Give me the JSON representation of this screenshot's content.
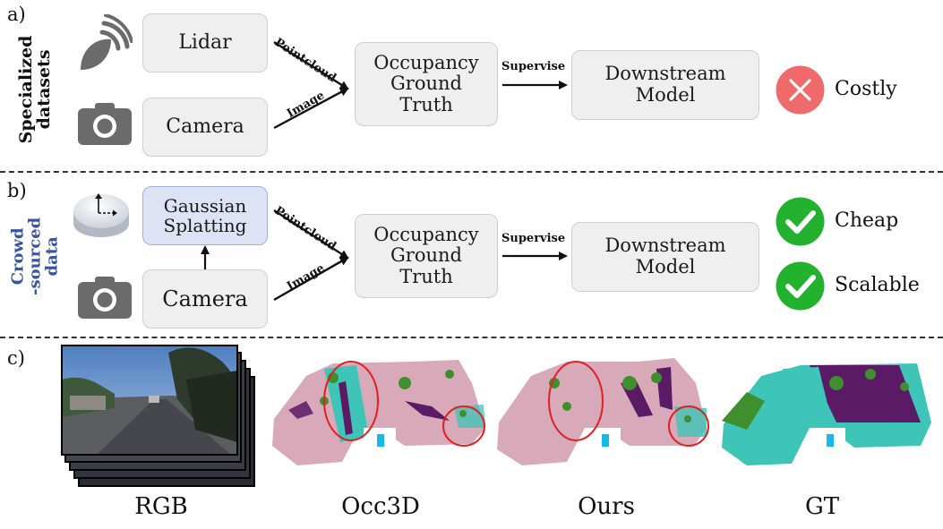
{
  "panel_a": {
    "letter": "a)",
    "side_label_line1": "Specialized",
    "side_label_line2": "datasets",
    "lidar": "Lidar",
    "camera": "Camera",
    "edge_pointcloud": "Pointcloud",
    "edge_image": "Image",
    "occ_line1": "Occupancy",
    "occ_line2": "Ground",
    "occ_line3": "Truth",
    "supervise": "Supervise",
    "down_line1": "Downstream",
    "down_line2": "Model",
    "verdict": "Costly"
  },
  "panel_b": {
    "letter": "b)",
    "side_label_line1": "Crowd",
    "side_label_line2": "-sourced",
    "side_label_line3": "data",
    "gauss_line1": "Gaussian",
    "gauss_line2": "Splatting",
    "camera": "Camera",
    "edge_pointcloud": "Pointcloud",
    "edge_image": "Image",
    "occ_line1": "Occupancy",
    "occ_line2": "Ground",
    "occ_line3": "Truth",
    "supervise": "Supervise",
    "down_line1": "Downstream",
    "down_line2": "Model",
    "verdict1": "Cheap",
    "verdict2": "Scalable"
  },
  "panel_c": {
    "letter": "c)",
    "captions": [
      "RGB",
      "Occ3D",
      "Ours",
      "GT"
    ]
  },
  "colors": {
    "box_fill": "#efefef",
    "gauss_fill": "#dde3f5",
    "crowd_label": "#3a54a0",
    "cost_red": "#ef6b6b",
    "check_green": "#22b22e",
    "occ_pink": "#d8a9b8",
    "occ_teal": "#3fc4b8",
    "occ_purple": "#5a1a66",
    "occ_green": "#3f8f2e",
    "circle_red": "#e02020"
  },
  "icons": [
    "wireless-lidar-icon",
    "camera-icon",
    "gaussian-puck-icon",
    "cross-icon",
    "check-icon"
  ]
}
